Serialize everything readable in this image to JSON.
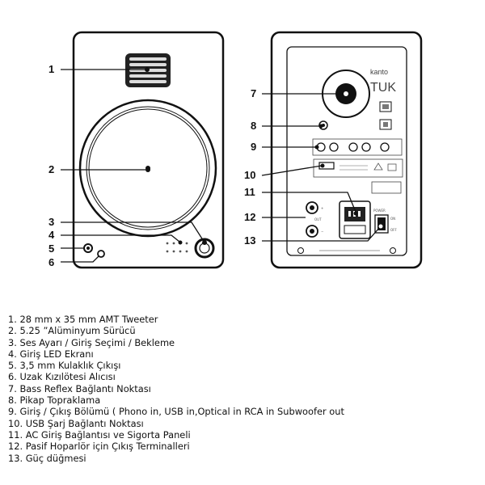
{
  "callouts": [
    "1",
    "2",
    "3",
    "4",
    "5",
    "6",
    "7",
    "8",
    "9",
    "10",
    "11",
    "12",
    "13"
  ],
  "rear_panel": {
    "brand": "kanto",
    "model": "TUK",
    "power_label": "POWER",
    "on_label": "ON",
    "off_label": "OFF",
    "out_label": "OUT",
    "plus": "+",
    "minus": "−"
  },
  "legend": [
    "1. 28 mm x 35 mm AMT Tweeter",
    "2. 5.25 ”Alüminyum Sürücü",
    "3. Ses Ayarı / Giriş Seçimi / Bekleme",
    "4. Giriş LED Ekranı",
    "5. 3,5 mm Kulaklık Çıkışı",
    "6. Uzak Kızılötesi Alıcısı",
    "7. Bass Reflex Bağlantı Noktası",
    "8. Pikap Topraklama",
    "9. Giriş / Çıkış Bölümü ( Phono in, USB in,Optical in RCA in Subwoofer out",
    "10. USB Şarj Bağlantı Noktası",
    "11. AC Giriş Bağlantısı ve Sigorta Paneli",
    "12. Pasif Hoparlör için Çıkış Terminalleri",
    "13. Güç düğmesi"
  ]
}
